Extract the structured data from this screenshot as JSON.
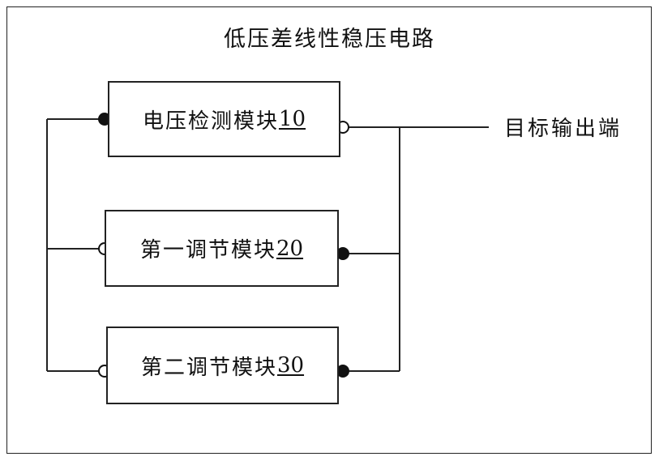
{
  "diagram": {
    "title": "低压差线性稳压电路",
    "modules": [
      {
        "name": "电压检测模块",
        "ref": "10"
      },
      {
        "name": "第一调节模块",
        "ref": "20"
      },
      {
        "name": "第二调节模块",
        "ref": "30"
      }
    ],
    "output_label": "目标输出端"
  }
}
